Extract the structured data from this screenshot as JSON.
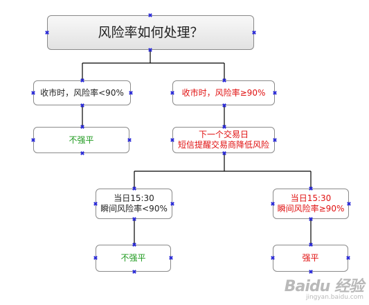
{
  "diagram": {
    "title": "风险率如何处理？",
    "branch_left": "收市时，风险率<90%",
    "branch_right": "收市时，风险率≥90%",
    "left_result": "不强平",
    "notice_line1": "下一个交易日",
    "notice_line2": "短信提醒交易商降低风险",
    "intraday_left_line1": "当日15:30",
    "intraday_left_line2": "瞬间风险率<90%",
    "intraday_right_line1": "当日15:30",
    "intraday_right_line2": "瞬间风险率≥90%",
    "result_no_liquidation": "不强平",
    "result_liquidation": "强平"
  },
  "colors": {
    "safe": "#1f9a1f",
    "risk": "#e01010",
    "connector": "#000000",
    "handle": "#2a2ad8"
  },
  "watermark": {
    "brand": "Baidu 经验",
    "url": "jingyan.baidu.com"
  }
}
